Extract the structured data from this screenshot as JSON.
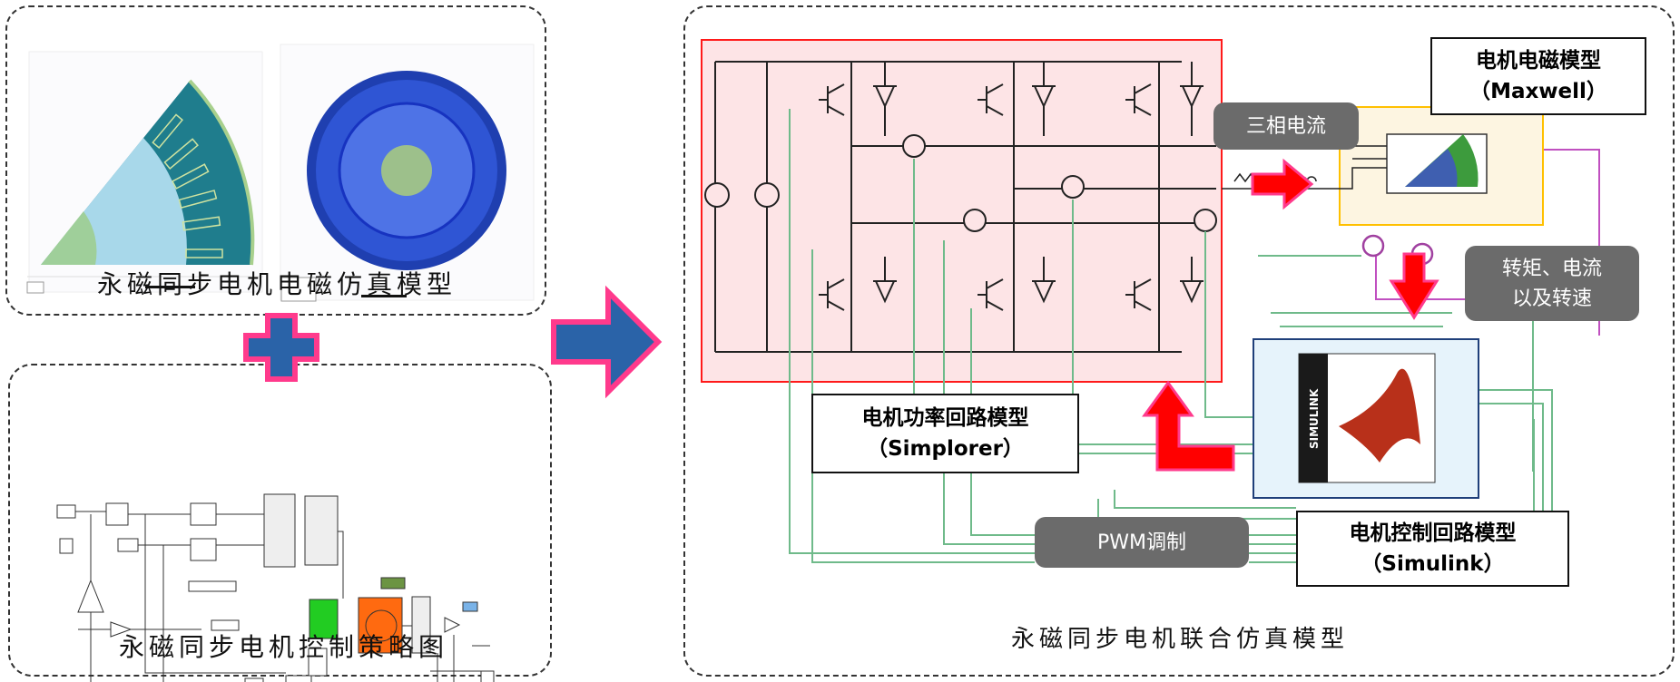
{
  "left_top": {
    "title": "永磁同步电机电磁仿真模型"
  },
  "left_bottom": {
    "title": "永磁同步电机控制策略图"
  },
  "right": {
    "title": "永磁同步电机联合仿真模型",
    "maxwell_label": {
      "line1": "电机电磁模型",
      "line2": "（Maxwell）"
    },
    "simplorer_label": {
      "line1": "电机功率回路模型",
      "line2": "（Simplorer）"
    },
    "simulink_label": {
      "line1": "电机控制回路模型",
      "line2": "（Simulink）"
    },
    "pill_current": "三相电流",
    "pill_torque": {
      "line1": "转矩、电流",
      "line2": "以及转速"
    },
    "pill_pwm": "PWM调制",
    "simulink_logo_text": "SIMULINK"
  },
  "colors": {
    "arrow_fill": "#2a63a8",
    "arrow_border": "#ff3a8c",
    "red_box": "#ff1a1a",
    "red_box_fill": "#fde4e6",
    "yellow_box": "#ffc000",
    "blue_box": "#1f3f7a",
    "wire_green": "#6fba8a",
    "pill_gray": "#6b6b6b"
  }
}
